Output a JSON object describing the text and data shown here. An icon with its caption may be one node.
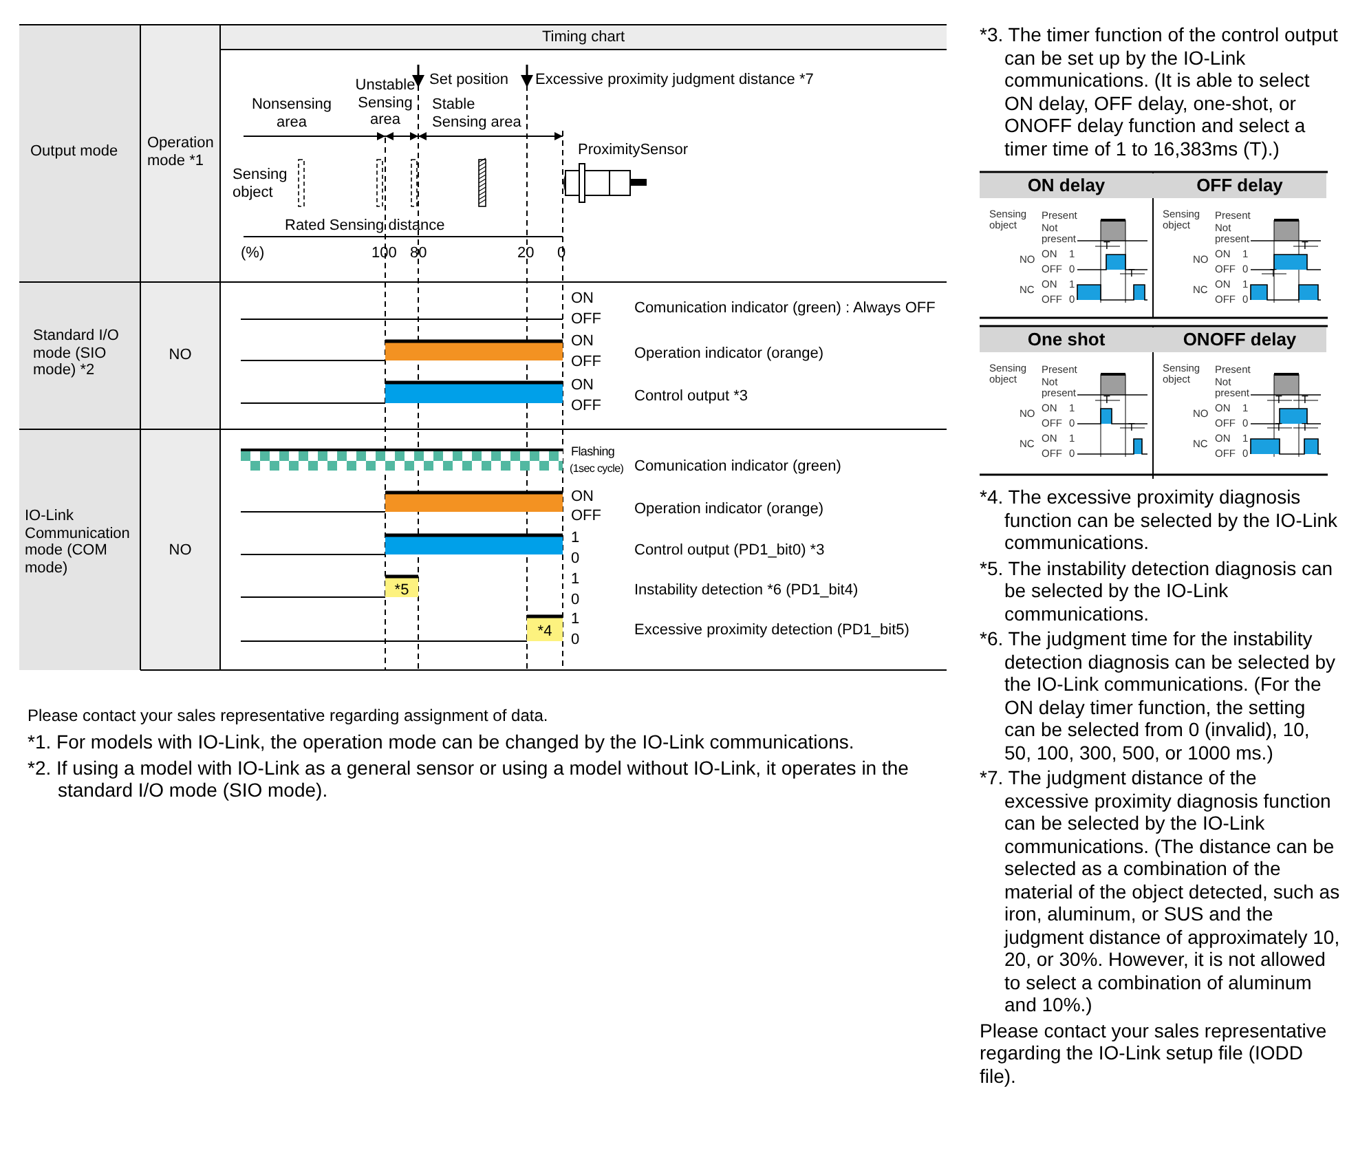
{
  "diagram": {
    "labels": [
      "Timing chart",
      "Output mode",
      "Operation mode *1",
      "Unstable Sensing area",
      "Set position",
      "Excessive proximity judgment distance *7",
      "Nonsensing area",
      "Stable Sensing area",
      "ProximitySensor",
      "Sensing object",
      "Rated Sensing distance",
      "(%)",
      "100",
      "80",
      "20",
      "0",
      "Standard I/O mode (SIO mode) *2",
      "NO",
      "ON",
      "OFF",
      "Comunication indicator (green) : Always OFF",
      "ON",
      "OFF",
      "Operation indicator (orange)",
      "ON",
      "OFF",
      "Control output *3",
      "IO-Link Communication mode (COM mode)",
      "NO",
      "Flashing",
      "(1sec cycle)",
      "Comunication indicator (green)",
      "ON",
      "OFF",
      "Operation indicator (orange)",
      "1",
      "0",
      "Control output (PD1_bit0) *3",
      "*5",
      "1",
      "0",
      "Instability detection *6 (PD1_bit4)",
      "*4",
      "1",
      "0",
      "Excessive proximity detection (PD1_bit5)",
      "Please contact your sales representative regarding assignment of data.",
      "*1. For models with IO-Link, the operation mode can be changed by the IO-Link communications.",
      "*2. If using a model with IO-Link as a general sensor or using a model without IO-Link, it operates in the standard I/O mode (SIO mode).",
      "*3. The timer function of the control output can be set up by the IO-Link communications. (It is able to select ON delay, OFF delay, one-shot, or ONOFF delay function and select a timer time of 1 to 16,383ms (T).)",
      "ON delay",
      "Sensing object",
      "Present",
      "Not present",
      "NO",
      "ON",
      "1",
      "OFF",
      "0",
      "NC",
      "ON",
      "1",
      "OFF",
      "0",
      "T",
      "T",
      "OFF delay",
      "Sensing object",
      "Present",
      "Not present",
      "NO",
      "ON",
      "1",
      "OFF",
      "0",
      "NC",
      "ON",
      "1",
      "OFF",
      "0",
      "T",
      "T",
      "One shot",
      "Sensing object",
      "Present",
      "Not present",
      "NO",
      "ON",
      "1",
      "OFF",
      "0",
      "NC",
      "ON",
      "1",
      "OFF",
      "0",
      "T",
      "T",
      "ONOFF delay",
      "Sensing object",
      "Present",
      "Not present",
      "NO",
      "ON",
      "1",
      "OFF",
      "0",
      "NC",
      "ON",
      "1",
      "OFF",
      "0",
      "T",
      "T",
      "T",
      "T",
      "*4. The excessive proximity diagnosis function can be selected by the IO-Link communications.",
      "*5. The instability detection diagnosis can be selected by the IO-Link communications.",
      "*6. The judgment time for the instability detection diagnosis can be selected by the IO-Link communications. (For the ON delay timer function, the setting can be selected from 0 (invalid), 10, 50, 100, 300, 500, or 1000 ms.)",
      "*7. The judgment distance of the excessive proximity diagnosis function can be selected by the IO-Link communications. (The distance can be selected as a combination of the material of the object detected, such as iron, aluminum, or SUS and the judgment distance of approximately 10, 20, or 30%. However, it is not allowed to select a combination of aluminum and 10%.)",
      "Please contact your sales representative regarding the IO-Link setup file (IODD file)."
    ]
  }
}
